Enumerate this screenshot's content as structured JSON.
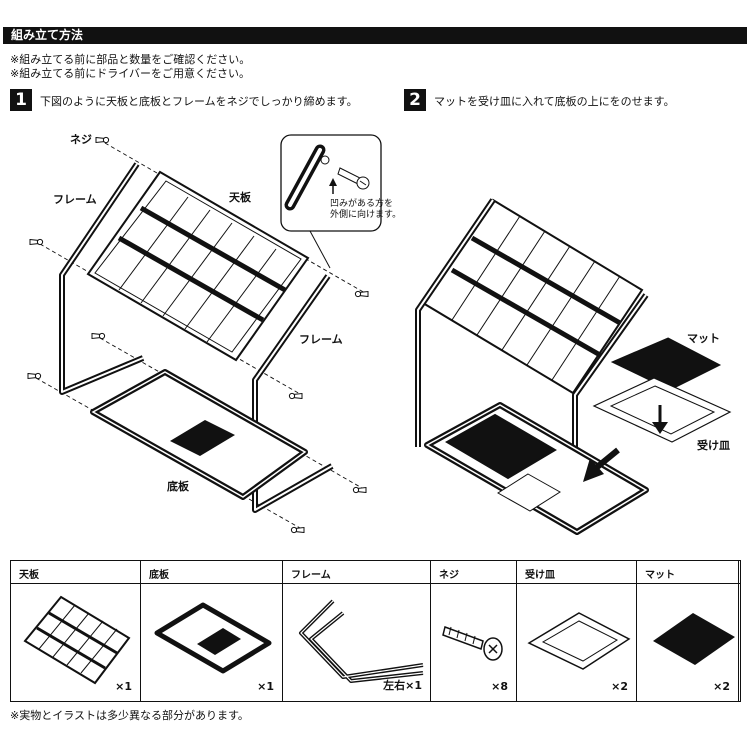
{
  "header": {
    "title": "組み立て方法"
  },
  "notes": [
    "※組み立てる前に部品と数量をご確認ください。",
    "※組み立てる前にドライバーをご用意ください。"
  ],
  "steps": [
    {
      "num": "1",
      "text": "下図のように天板と底板とフレームをネジでしっかり締めます。"
    },
    {
      "num": "2",
      "text": "マットを受け皿に入れて底板の上にをのせます。"
    }
  ],
  "step1_labels": {
    "screw": "ネジ",
    "frame_left": "フレーム",
    "top_board": "天板",
    "frame_right": "フレーム",
    "bottom_board": "底板"
  },
  "callout": {
    "line1": "凹みがある方を",
    "line2": "外側に向けます。"
  },
  "step2_labels": {
    "mat": "マット",
    "tray": "受け皿"
  },
  "parts": [
    {
      "name": "天板",
      "qty": "×1",
      "icon": "top-board"
    },
    {
      "name": "底板",
      "qty": "×1",
      "icon": "bottom-board"
    },
    {
      "name": "フレーム",
      "qty": "左右×1",
      "icon": "frame"
    },
    {
      "name": "ネジ",
      "qty": "×8",
      "icon": "screw"
    },
    {
      "name": "受け皿",
      "qty": "×2",
      "icon": "tray"
    },
    {
      "name": "マット",
      "qty": "×2",
      "icon": "mat"
    }
  ],
  "footer": "※実物とイラストは多少異なる部分があります。"
}
